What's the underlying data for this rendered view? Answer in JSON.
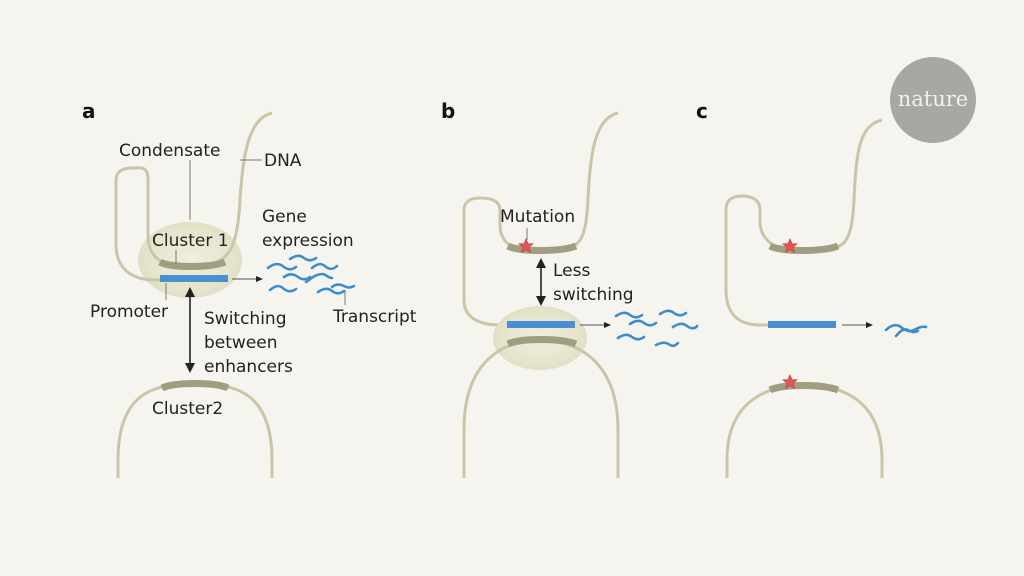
{
  "panels": {
    "a": {
      "label": "a",
      "condensate": "Condensate",
      "dna": "DNA",
      "cluster1": "Cluster 1",
      "gene": "Gene",
      "expression": "expression",
      "promoter": "Promoter",
      "switching1": "Switching",
      "switching2": "between",
      "switching3": "enhancers",
      "transcript": "Transcript",
      "cluster2": "Cluster2"
    },
    "b": {
      "label": "b",
      "mutation": "Mutation",
      "less": "Less",
      "switching": "switching"
    },
    "c": {
      "label": "c"
    }
  },
  "logo": {
    "text": "nature"
  },
  "colors": {
    "background": "#f5f4ee",
    "dna": "#c9c6a8",
    "cluster": "#a09d80",
    "promoter": "#4a90d0",
    "transcript": "#3d8ccc",
    "mutation": "#e05555",
    "condensate": "#e8e5cf",
    "logo": "#a8a7a3"
  }
}
